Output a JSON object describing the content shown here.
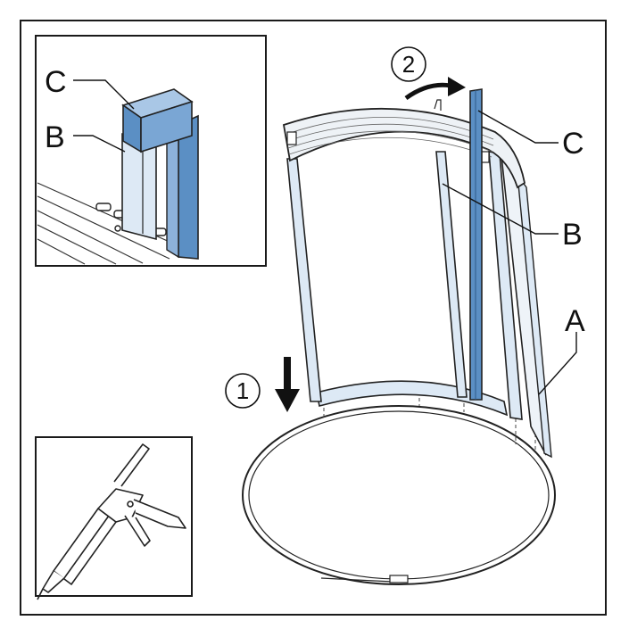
{
  "callouts": {
    "inset_c": "C",
    "inset_b": "B",
    "main_c": "C",
    "main_b": "B",
    "main_a": "A"
  },
  "steps": {
    "step1": "1",
    "step2": "2"
  },
  "colors": {
    "profile_blue": "#5b8fc4",
    "profile_light": "#a9c7e6",
    "line": "#1a1a1a",
    "frame_fill": "#f3f5f7"
  },
  "icons": [
    "down-arrow-icon",
    "curved-arrow-icon",
    "caulking-gun-icon"
  ]
}
